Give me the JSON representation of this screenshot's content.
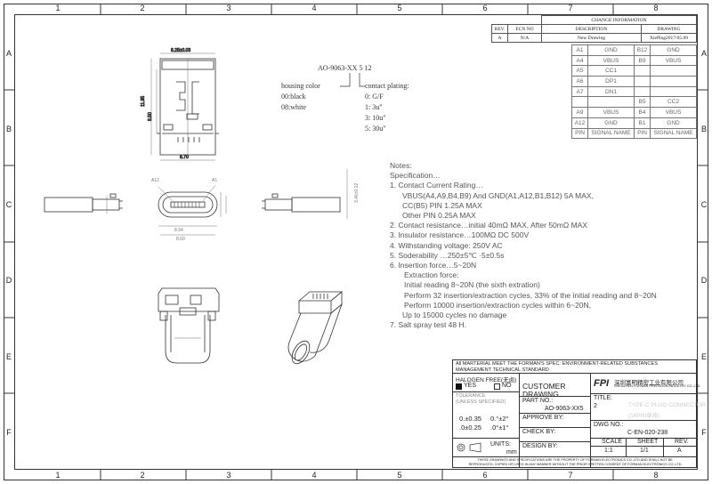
{
  "frame": {
    "columns": [
      "1",
      "2",
      "3",
      "4",
      "5",
      "6",
      "7",
      "8"
    ],
    "rows": [
      "A",
      "B",
      "C",
      "D",
      "E",
      "F"
    ]
  },
  "change_info": {
    "title": "CHANGE INFORMATION",
    "headers": [
      "REV.",
      "ECN NO",
      "DESCRIPTION",
      "DRAWING"
    ],
    "row": [
      "A",
      "N/A",
      "New Drawing",
      "XiePing2017/05.09"
    ]
  },
  "pin_table": {
    "rows": [
      [
        "A1",
        "GND",
        "B12",
        "GND"
      ],
      [
        "A4",
        "VBUS",
        "B9",
        "VBUS"
      ],
      [
        "A5",
        "CC1",
        "",
        ""
      ],
      [
        "A6",
        "DP1",
        "",
        ""
      ],
      [
        "A7",
        "DN1",
        "",
        ""
      ],
      [
        "",
        "",
        "B5",
        "CC2"
      ],
      [
        "A9",
        "VBUS",
        "B4",
        "VBUS"
      ],
      [
        "A12",
        "GND",
        "B1",
        "GND"
      ],
      [
        "PIN",
        "SIGNAL NAME",
        "PIN",
        "SIGNAL NAME"
      ]
    ]
  },
  "part_code": {
    "code": "AO-9063-XX 5 12",
    "housing_label": "housing color",
    "housing_opts": [
      "00:black",
      "08:white"
    ],
    "plating_label": "contact plating:",
    "plating_opts": [
      "0: G/F",
      "1: 3u\"",
      "3: 10u\"",
      "5: 30u\""
    ]
  },
  "notes": {
    "lines": [
      "Notes:",
      "Specification…",
      "1. Contact Current Rating…",
      "     VBUS(A4,A9,B4,B9) And GND(A1,A12,B1,B12) 5A MAX,",
      "     CC(B5) PIN 1.25A MAX",
      "     Other PIN 0.25A MAX",
      "2. Contact resistance…initial 40mΩ MAX, After 50mΩ MAX",
      "3. Insulator resistance…100MΩ  DC 500V",
      "4. Withstanding voltage: 250V AC",
      "5. Soderability …250±5℃ ·5±0.5s",
      "6. Insertion force…5~20N",
      "        Extraction force:",
      "        Initial reading 8~20N (the sixth extration)",
      "        Perform 32 insertion/extraction cycles, 33% of the initial reading and 8~20N",
      "        Perform 10000 insertion/extraction cycles within 6~20N,",
      "     Up to 15000 cycles no damage",
      "7. Salt spray test 48 H."
    ]
  },
  "dims": {
    "top_width": "8.25±0.03",
    "top_h1": "11.95",
    "top_h2": "8.50",
    "top_w2": "8.70",
    "front_a12": "A12",
    "front_a1": "A1",
    "front_w1": "8.94",
    "front_w2": "8.60",
    "side_h": "3.46±0.12"
  },
  "title_block": {
    "compliance": "All MARTERIAL MEET THE FORMAN'S SPEC: ENVIRONMENT-RELATED SUBSTANCES MANAGEMENT TECHNICAL STANDARD",
    "halogen": "HALOGEN  FREE(无卤)",
    "yes": "YES",
    "no": "NO",
    "tolerance": "TOLERANCE",
    "unless": "(UNLESS SPECIFIED)",
    "tol1": "0.±0.35",
    "tol2": ".0±0.25",
    "tol3": "0.°±2°",
    "tol4": ".0°±1°",
    "units_label": "UNITS:",
    "units_val": "mm",
    "customer": "CUSTOMER",
    "drawing": "DRAWING",
    "part_no_label": "PART NO.:",
    "part_no": "AO-9063-XX5",
    "approve": "APPROVE BY:",
    "check": "CHECK BY:",
    "design": "DESIGN BY:",
    "logo": "FPI",
    "company_cn": "深圳富明精密工业有限公司",
    "company_en": "SHENZHEN FORMAN PRECISION INDUSTRY CO.,LTD",
    "title_label": "TITLE:",
    "title_num": "2",
    "title_faint1": "TYPE-C PLUG CONNECTOR",
    "title_faint2": "(16PIN单排)",
    "dwg_label": "DWG NO.:",
    "dwg_no": "C-EN-020-238",
    "scale_label": "SCALE",
    "sheet_label": "SHEET",
    "rev_label": "REV.",
    "scale_val": "1:1",
    "sheet_val": "1/1",
    "rev_val": "A",
    "footer1": "THESE DRAWINGS AND SPECIFICATIONS ARE THE PROPERTY OF FORMAN ELECTRONICS CO.,LTD AND SHALL NOT BE",
    "footer2": "REPRODUCED, COPIED OR USED IN ANY MANNER WITHOUT THE PRIOR WRITTEN CONSENT OF FORMAN ELECTRONICS CO.,LTD"
  }
}
